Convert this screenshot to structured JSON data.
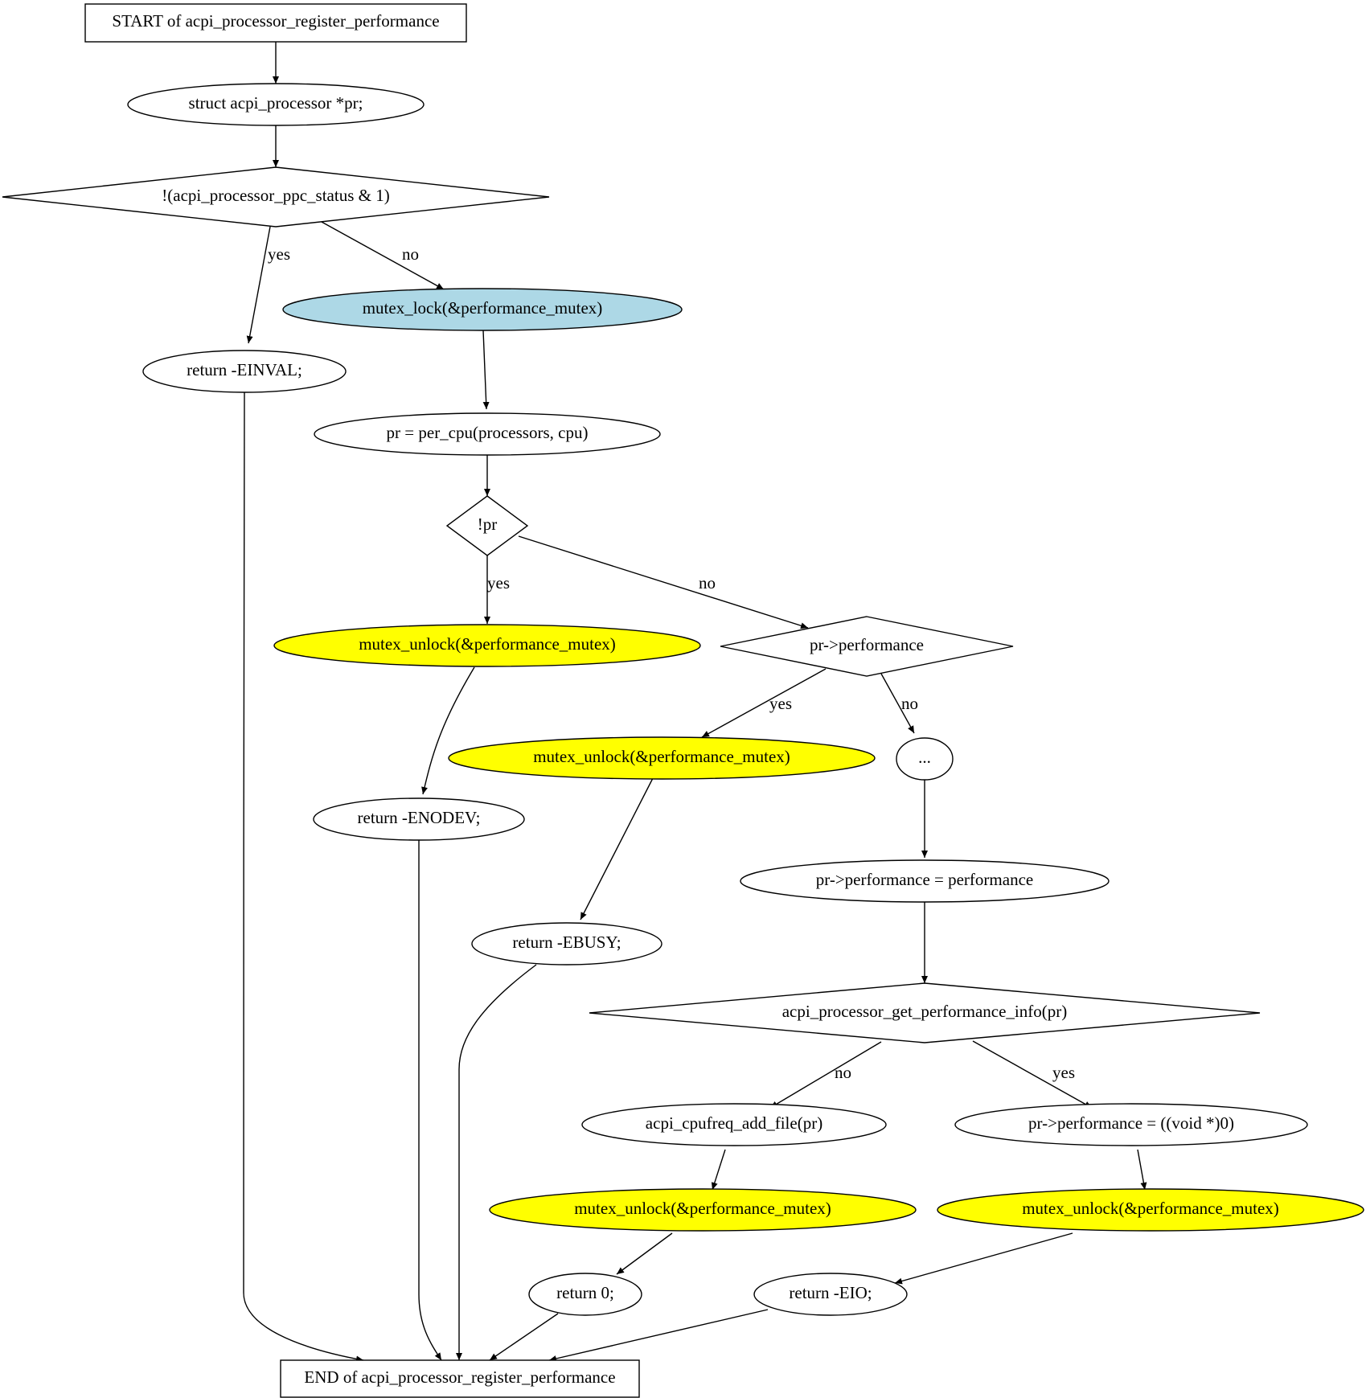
{
  "colors": {
    "blue_fill": "#add8e6",
    "yellow_fill": "#ffff00",
    "default_fill": "#ffffff",
    "stroke": "#000000"
  },
  "nodes": {
    "start": {
      "label": "START of acpi_processor_register_performance"
    },
    "decl": {
      "label": "struct acpi_processor *pr;"
    },
    "cond_ppc": {
      "label": "!(acpi_processor_ppc_status & 1)"
    },
    "mutex_lock": {
      "label": "mutex_lock(&performance_mutex)"
    },
    "ret_einval": {
      "label": "return -EINVAL;"
    },
    "per_cpu": {
      "label": "pr = per_cpu(processors, cpu)"
    },
    "cond_pr": {
      "label": "!pr"
    },
    "unlock_1": {
      "label": "mutex_unlock(&performance_mutex)"
    },
    "cond_perf": {
      "label": "pr->performance"
    },
    "unlock_2": {
      "label": "mutex_unlock(&performance_mutex)"
    },
    "ellipsis": {
      "label": "..."
    },
    "ret_enodev": {
      "label": "return -ENODEV;"
    },
    "assign_perf": {
      "label": "pr->performance = performance"
    },
    "ret_ebusy": {
      "label": "return -EBUSY;"
    },
    "cond_info": {
      "label": "acpi_processor_get_performance_info(pr)"
    },
    "cpufreq_add": {
      "label": "acpi_cpufreq_add_file(pr)"
    },
    "perf_null": {
      "label": "pr->performance = ((void *)0)"
    },
    "unlock_3": {
      "label": "mutex_unlock(&performance_mutex)"
    },
    "unlock_4": {
      "label": "mutex_unlock(&performance_mutex)"
    },
    "ret_0": {
      "label": "return 0;"
    },
    "ret_eio": {
      "label": "return -EIO;"
    },
    "end": {
      "label": "END of acpi_processor_register_performance"
    }
  },
  "edge_labels": {
    "ppc_yes": "yes",
    "ppc_no": "no",
    "pr_yes": "yes",
    "pr_no": "no",
    "perf_yes": "yes",
    "perf_no": "no",
    "info_no": "no",
    "info_yes": "yes"
  }
}
